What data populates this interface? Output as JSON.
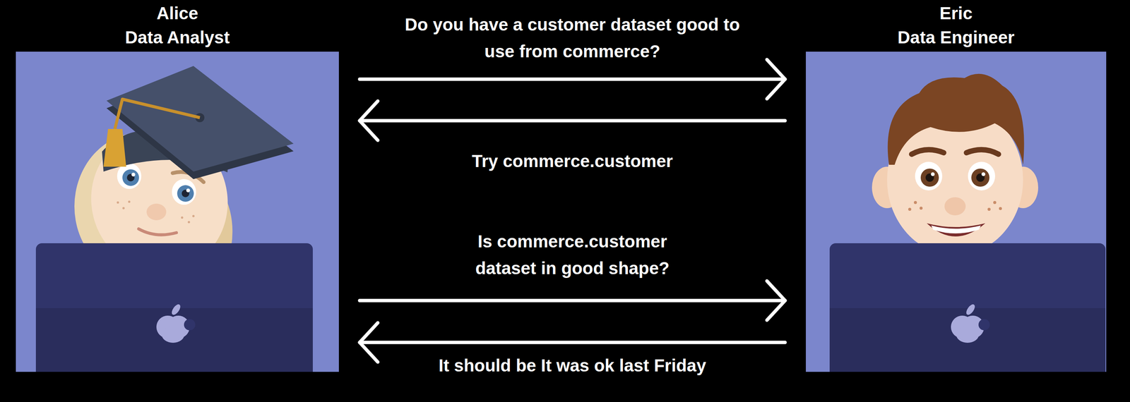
{
  "diagram": {
    "nodes": [
      {
        "text": [
          "Alice",
          "Data Analyst"
        ]
      },
      {
        "text": [
          "Eric",
          "Data Engineer"
        ]
      }
    ],
    "edges": [
      {
        "from": 0,
        "to": 1,
        "arrow": "to",
        "label": "Do you have a customer dataset good to use from commerce?"
      },
      {
        "from": 1,
        "to": 0,
        "arrow": "to",
        "label": "Try commerce.customer"
      },
      {
        "from": 0,
        "to": 1,
        "arrow": "to",
        "label": "Is commerce.customer dataset in good shape?"
      },
      {
        "from": 1,
        "to": 0,
        "arrow": "to",
        "label": "It should be It was ok last Friday"
      }
    ]
  }
}
